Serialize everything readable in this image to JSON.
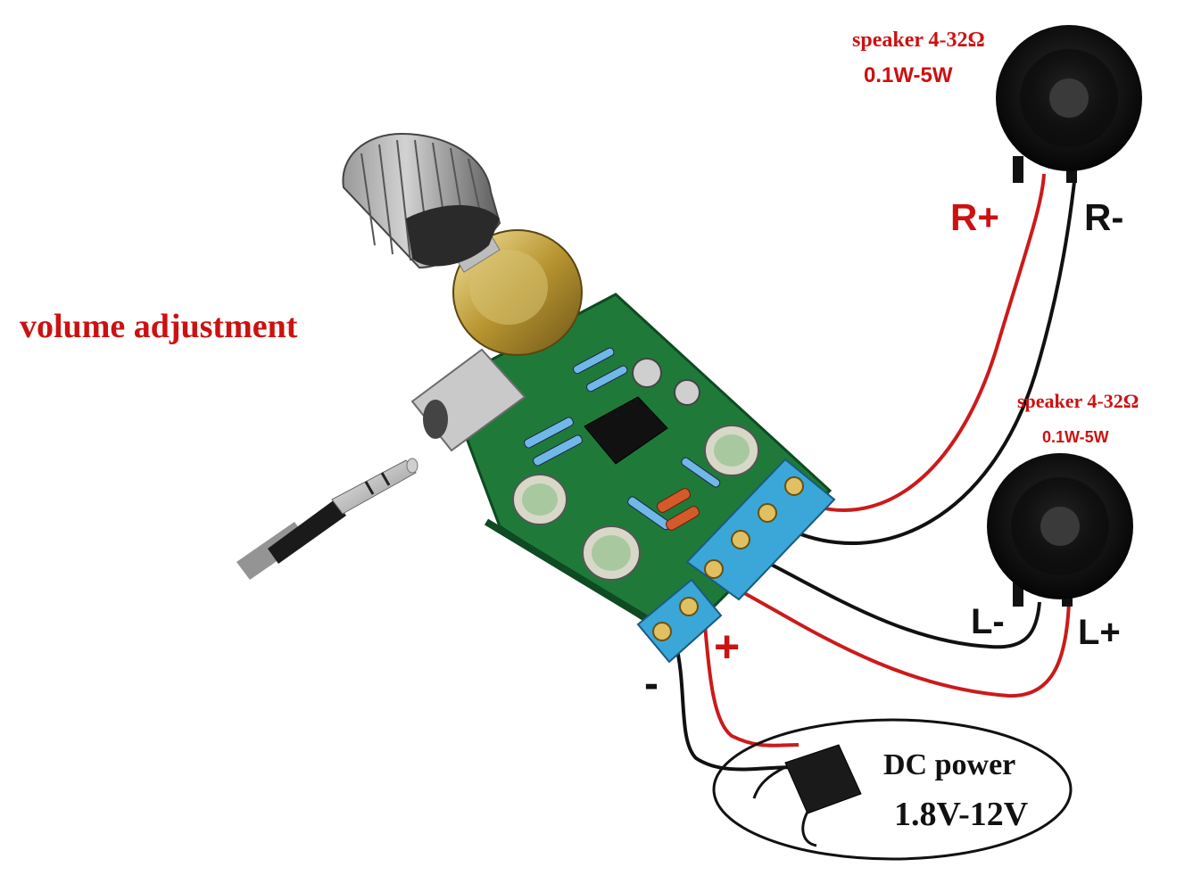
{
  "labels": {
    "volume": "volume adjustment",
    "speaker_right_spec": "speaker 4-32Ω",
    "speaker_right_power": "0.1W-5W",
    "speaker_left_spec": "speaker 4-32Ω",
    "speaker_left_power": "0.1W-5W",
    "r_plus": "R+",
    "r_minus": "R-",
    "l_minus": "L-",
    "l_plus": "L+",
    "dc_minus": "-",
    "dc_plus": "+",
    "dc_title": "DC power",
    "dc_range": "1.8V-12V"
  },
  "colors": {
    "label_red": "#cc1111",
    "wire_red": "#cc1a1a",
    "wire_black": "#111111",
    "pcb_green": "#1f7a3a",
    "terminal_blue": "#3aa7d8"
  }
}
